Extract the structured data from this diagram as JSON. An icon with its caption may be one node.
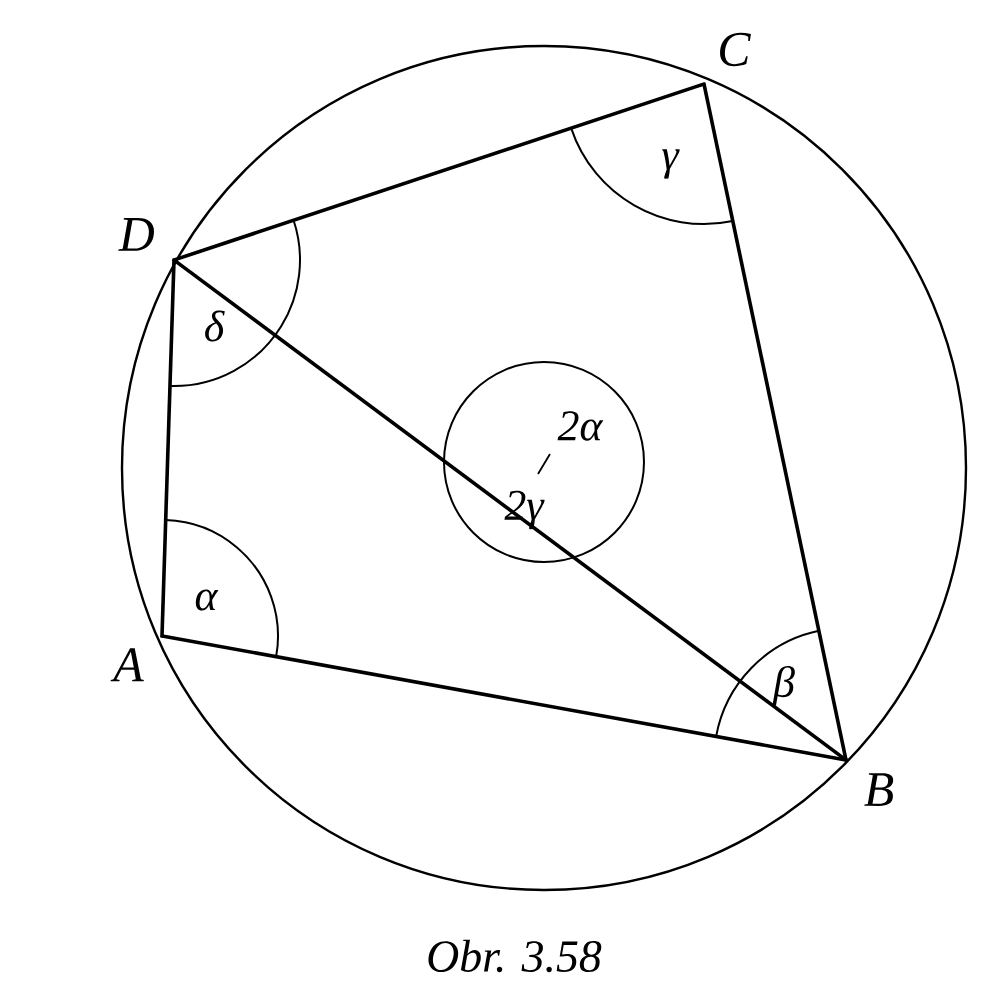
{
  "diagram": {
    "caption": "Obr. 3.58",
    "nodes": [
      {
        "text": [
          "A"
        ]
      },
      {
        "text": [
          "B"
        ]
      },
      {
        "text": [
          "C"
        ]
      },
      {
        "text": [
          "D"
        ]
      }
    ],
    "edges": [
      {
        "from": 0,
        "to": 1,
        "arrow": "none"
      },
      {
        "from": 1,
        "to": 2,
        "arrow": "none"
      },
      {
        "from": 2,
        "to": 3,
        "arrow": "none"
      },
      {
        "from": 3,
        "to": 0,
        "arrow": "none"
      },
      {
        "from": 3,
        "to": 1,
        "arrow": "none"
      }
    ],
    "labels": [
      "γ",
      "δ",
      "2α",
      "2γ",
      "α",
      "β"
    ]
  }
}
